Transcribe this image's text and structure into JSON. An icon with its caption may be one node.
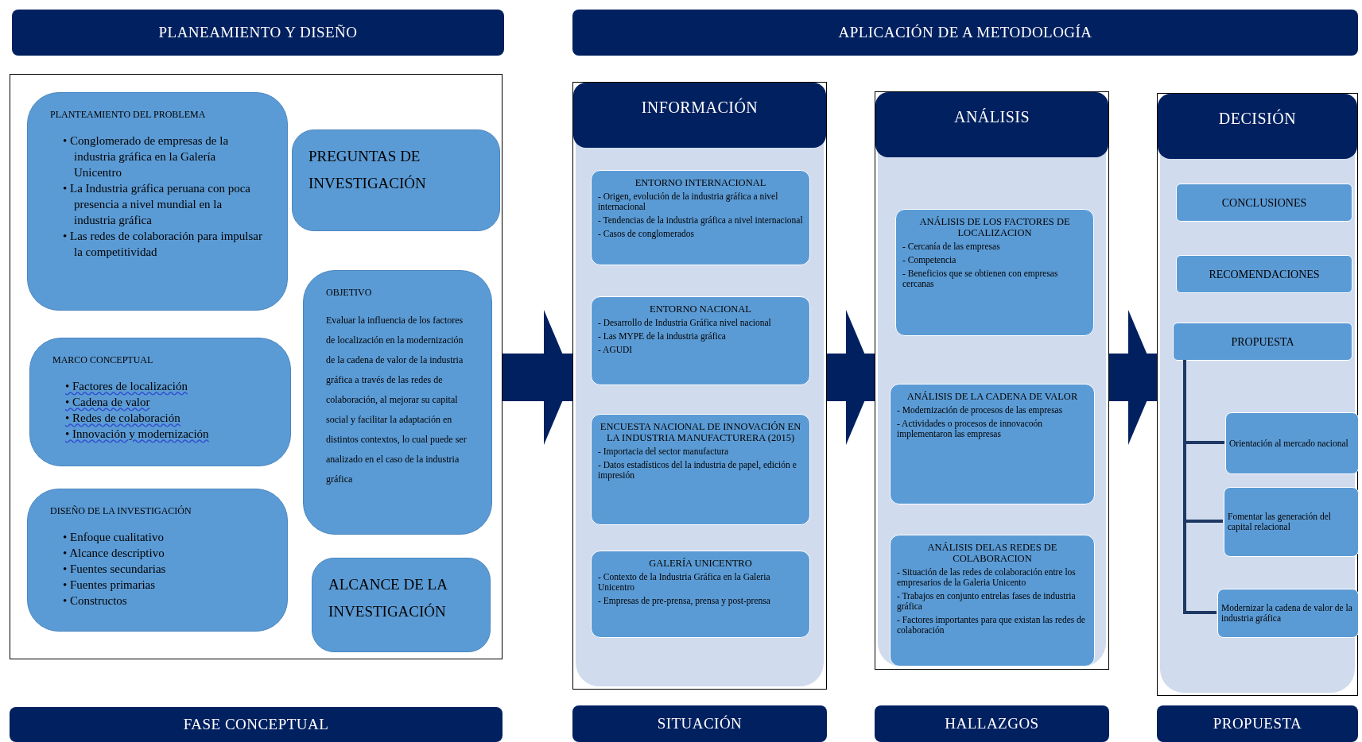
{
  "diagram": {
    "nodes": [
      {
        "text": [
          "PLANEAMIENTO Y DISEÑO"
        ]
      },
      {
        "text": [
          "APLICACIÓN DE A METODOLOGÍA"
        ]
      },
      {
        "text": [],
        "shape": "box"
      },
      {
        "text": [
          "PLANTEAMIENTO DEL PROBLEMA",
          "• Conglomerado de empresas de la industria gráfica en la Galería Unicentro",
          "• La Industria gráfica peruana con poca presencia a nivel mundial en la industria gráfica",
          "• Las redes de colaboración para impulsar la competitividad"
        ],
        "in": 2
      },
      {
        "text": [
          "PREGUNTAS DE INVESTIGACIÓN"
        ],
        "in": 2
      },
      {
        "text": [
          "MARCO CONCEPTUAL",
          "• Factores de localización",
          "• Cadena de valor",
          "• Redes de colaboración",
          "• Innovación y modernización"
        ],
        "in": 2
      },
      {
        "text": [
          "OBJETIVO",
          "Evaluar la influencia de los factores de localización en la modernización de la cadena de valor de la industria gráfica a través de las redes de colaboración, al mejorar su capital social y facilitar la adaptación en distintos contextos, lo cual puede ser analizado en el caso de la industria gráfica"
        ],
        "in": 2
      },
      {
        "text": [
          "DISEÑO DE LA INVESTIGACIÓN",
          "• Enfoque cualitativo",
          "• Alcance descriptivo",
          "• Fuentes secundarias",
          "• Fuentes primarias",
          "• Constructos"
        ],
        "in": 2
      },
      {
        "text": [
          "ALCANCE DE LA INVESTIGACIÓN"
        ],
        "in": 2
      },
      {
        "text": [
          "INFORMACIÓN"
        ]
      },
      {
        "text": [
          "ENTORNO INTERNACIONAL",
          "- Origen, evolución de la industria gráfica a nivel internacional",
          "- Tendencias de la industria gráfica a nivel internacional",
          "- Casos de conglomerados"
        ],
        "in": 9
      },
      {
        "text": [
          "ENTORNO NACIONAL",
          "- Desarrollo de Industria Gráfica nivel nacional",
          "- Las MYPE de la industria gráfica",
          "- AGUDI"
        ],
        "in": 9
      },
      {
        "text": [
          "ENCUESTA NACIONAL DE INNOVACIÓN EN LA INDUSTRIA MANUFACTURERA (2015)",
          "- Importacia del sector manufactura",
          "- Datos estadísticos del la industria de papel, edición e impresión"
        ],
        "in": 9
      },
      {
        "text": [
          "GALERÍA UNICENTRO",
          "- Contexto de la Industria Gráfica en la Galeria Unicentro",
          "- Empresas de pre-prensa, prensa y post-prensa"
        ],
        "in": 9
      },
      {
        "text": [
          "ANÁLISIS"
        ]
      },
      {
        "text": [
          "ANÁLISIS DE LOS FACTORES DE LOCALIZACION",
          "- Cercanía de las empresas",
          "- Competencia",
          "- Beneficios que se obtienen con empresas cercanas"
        ],
        "in": 14
      },
      {
        "text": [
          "ANÁLISIS DE LA CADENA DE VALOR",
          "- Modernización de procesos de las empresas",
          "- Actividades o procesos de innovacoón implementaron las empresas"
        ],
        "in": 14
      },
      {
        "text": [
          "ANÁLISIS DELAS REDES DE COLABORACION",
          "- Situación de las redes de colaboración entre los empresarios de la Galeria Unicento",
          "- Trabajos en conjunto entrelas fases de industria gráfica",
          "- Factores importantes para que existan las redes de colaboración"
        ],
        "in": 14
      },
      {
        "text": [
          "DECISIÓN"
        ]
      },
      {
        "text": [
          "CONCLUSIONES"
        ],
        "in": 18
      },
      {
        "text": [
          "RECOMENDACIONES"
        ],
        "in": 18
      },
      {
        "text": [
          "PROPUESTA"
        ],
        "in": 18
      },
      {
        "text": [
          "Orientación al mercado nacional"
        ],
        "in": 18
      },
      {
        "text": [
          "Fomentar las generación del capital relacional"
        ],
        "in": 18
      },
      {
        "text": [
          "Modernizar la cadena de valor de la industria gráfica"
        ],
        "in": 18
      },
      {
        "text": [
          "FASE CONCEPTUAL"
        ]
      },
      {
        "text": [
          "SITUACIÓN"
        ]
      },
      {
        "text": [
          "HALLAZGOS"
        ]
      },
      {
        "text": [
          "PROPUESTA"
        ]
      }
    ],
    "edges": [
      {
        "from": 2,
        "to": 9,
        "arrow": "to",
        "style": "thick"
      },
      {
        "from": 9,
        "to": 14,
        "arrow": "to",
        "style": "thick"
      },
      {
        "from": 14,
        "to": 18,
        "arrow": "to",
        "style": "thick"
      },
      {
        "from": 21,
        "to": 22,
        "arrow": "none"
      },
      {
        "from": 21,
        "to": 23,
        "arrow": "none"
      },
      {
        "from": 21,
        "to": 24,
        "arrow": "none"
      }
    ]
  }
}
